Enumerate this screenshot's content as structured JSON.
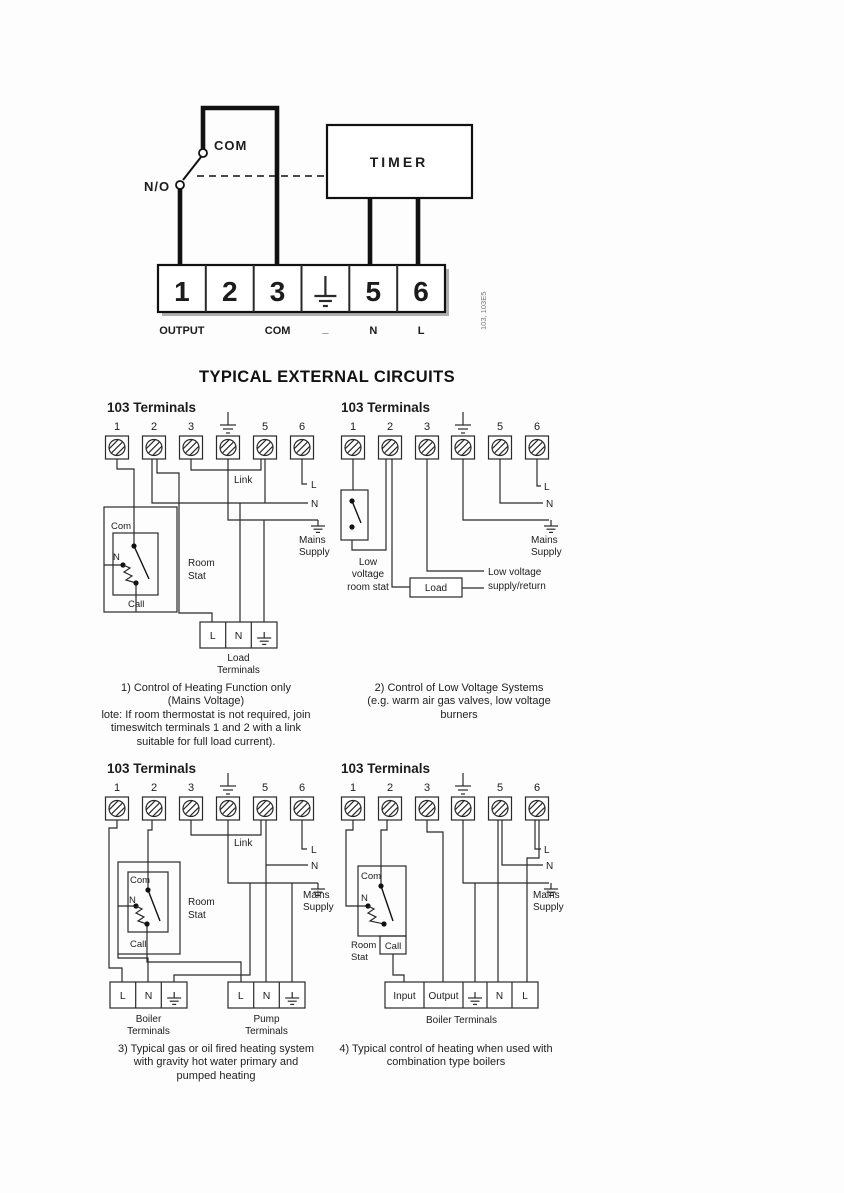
{
  "title": "TYPICAL EXTERNAL CIRCUITS",
  "top": {
    "com_switch": "COM",
    "no": "N/O",
    "timer": "TIMER",
    "n1": "1",
    "n2": "2",
    "n3": "3",
    "n5": "5",
    "n6": "6",
    "output": "OUTPUT",
    "com_label": "COM",
    "dash": "_",
    "n": "N",
    "l": "L",
    "code": "103, 103E5"
  },
  "shared": {
    "heading": "103 Terminals",
    "n1": "1",
    "n2": "2",
    "n3": "3",
    "n5": "5",
    "n6": "6",
    "l": "L",
    "n": "N",
    "link": "Link",
    "mains1": "Mains",
    "mains2": "Supply",
    "com": "Com",
    "n_stat": "N",
    "call": "Call",
    "room1": "Room",
    "room2": "Stat"
  },
  "c1": {
    "load_l": "L",
    "load_n": "N",
    "load1": "Load",
    "load2": "Terminals",
    "caption": "1) Control of Heating Function only\n(Mains Voltage)\nlote: If room thermostat is not required, join\ntimeswitch terminals 1 and 2 with a link\nsuitable for full load current)."
  },
  "c2": {
    "low1": "Low",
    "low2": "voltage",
    "low3": "room stat",
    "load": "Load",
    "sup1": "Low voltage",
    "sup2": "supply/return",
    "caption": "2) Control of Low Voltage Systems\n(e.g. warm air gas valves, low voltage\nburners"
  },
  "c3": {
    "bl": "L",
    "bn": "N",
    "b1": "Boiler",
    "b2": "Terminals",
    "pl": "L",
    "pn": "N",
    "p1": "Pump",
    "p2": "Terminals",
    "caption": "3) Typical gas or oil fired heating system\nwith gravity hot water primary and\npumped heating"
  },
  "c4": {
    "input": "Input",
    "output": "Output",
    "bn": "N",
    "bl": "L",
    "bt": "Boiler Terminals",
    "caption": "4) Typical control of heating when used with\ncombination type boilers"
  }
}
